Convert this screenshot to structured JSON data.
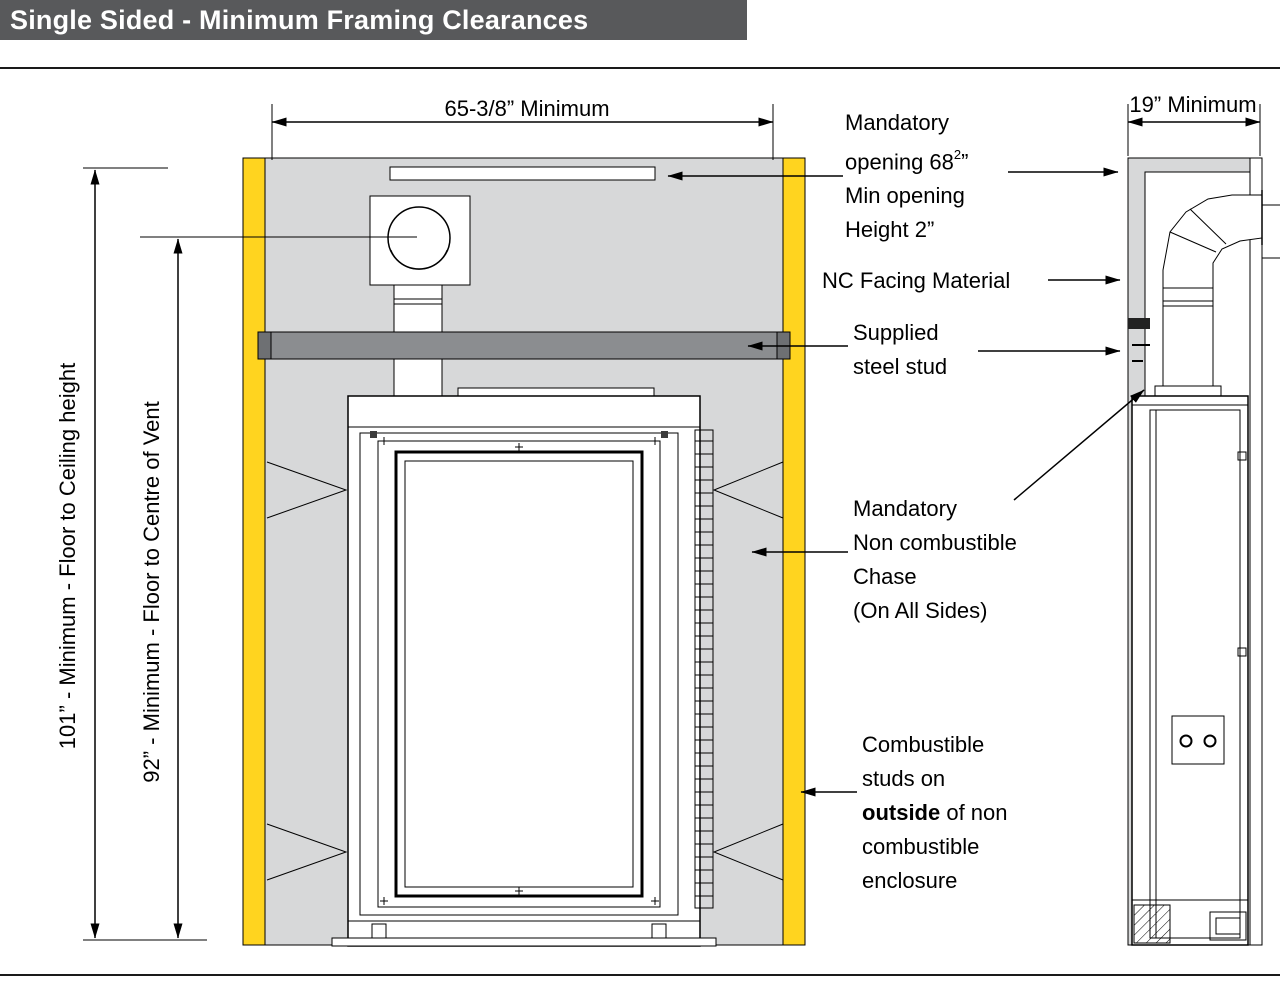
{
  "header": {
    "title": "Single Sided - Minimum Framing Clearances"
  },
  "dimensions": {
    "width": "65-3/8” Minimum",
    "depth": "19” Minimum",
    "ceiling": "101” - Minimum - Floor to Ceiling height",
    "vent_centre": "92” - Minimum -  Floor to Centre of Vent"
  },
  "annotations": {
    "opening": {
      "line1": "Mandatory",
      "line2_pre": "opening 68",
      "line2_sup": "2",
      "line2_post": "”",
      "line3": "Min opening",
      "line4": "Height 2”"
    },
    "nc_facing": "NC Facing Material",
    "steel_stud": {
      "line1": "Supplied",
      "line2": "steel stud"
    },
    "chase": {
      "line1": "Mandatory",
      "line2": "Non combustible",
      "line3": "Chase",
      "line4": "(On All Sides)"
    },
    "combustible": {
      "line1": "Combustible",
      "line2": "studs on",
      "line3_bold": "outside",
      "line3_rest": " of non",
      "line4": "combustible",
      "line5": "enclosure"
    }
  },
  "colors": {
    "header_bg": "#58595b",
    "wall_gray": "#d7d8d9",
    "stud_yellow": "#ffd41f",
    "steel_gray": "#8b8d90"
  }
}
